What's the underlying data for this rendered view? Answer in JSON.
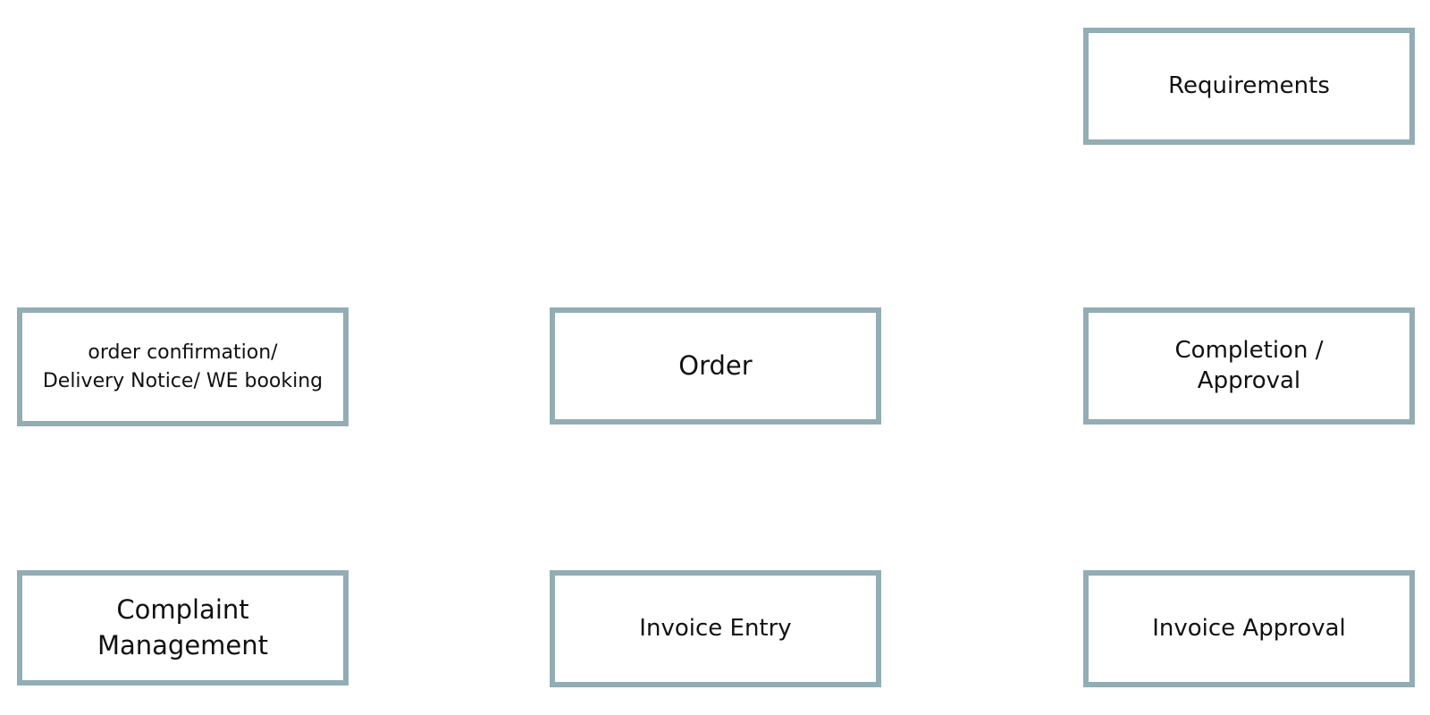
{
  "diagram": {
    "colors": {
      "box_border": "#93adb4",
      "text": "#111111",
      "background": "#ffffff"
    },
    "nodes": {
      "requirements": {
        "lines": [
          "Requirements"
        ]
      },
      "order_confirmation": {
        "lines": [
          "order confirmation/",
          "Delivery Notice/ WE booking"
        ]
      },
      "order": {
        "lines": [
          "Order"
        ]
      },
      "completion_approval": {
        "lines": [
          "Completion /",
          "Approval"
        ]
      },
      "complaint_management": {
        "lines": [
          "Complaint",
          "Management"
        ]
      },
      "invoice_entry": {
        "lines": [
          "Invoice Entry"
        ]
      },
      "invoice_approval": {
        "lines": [
          "Invoice Approval"
        ]
      }
    }
  }
}
